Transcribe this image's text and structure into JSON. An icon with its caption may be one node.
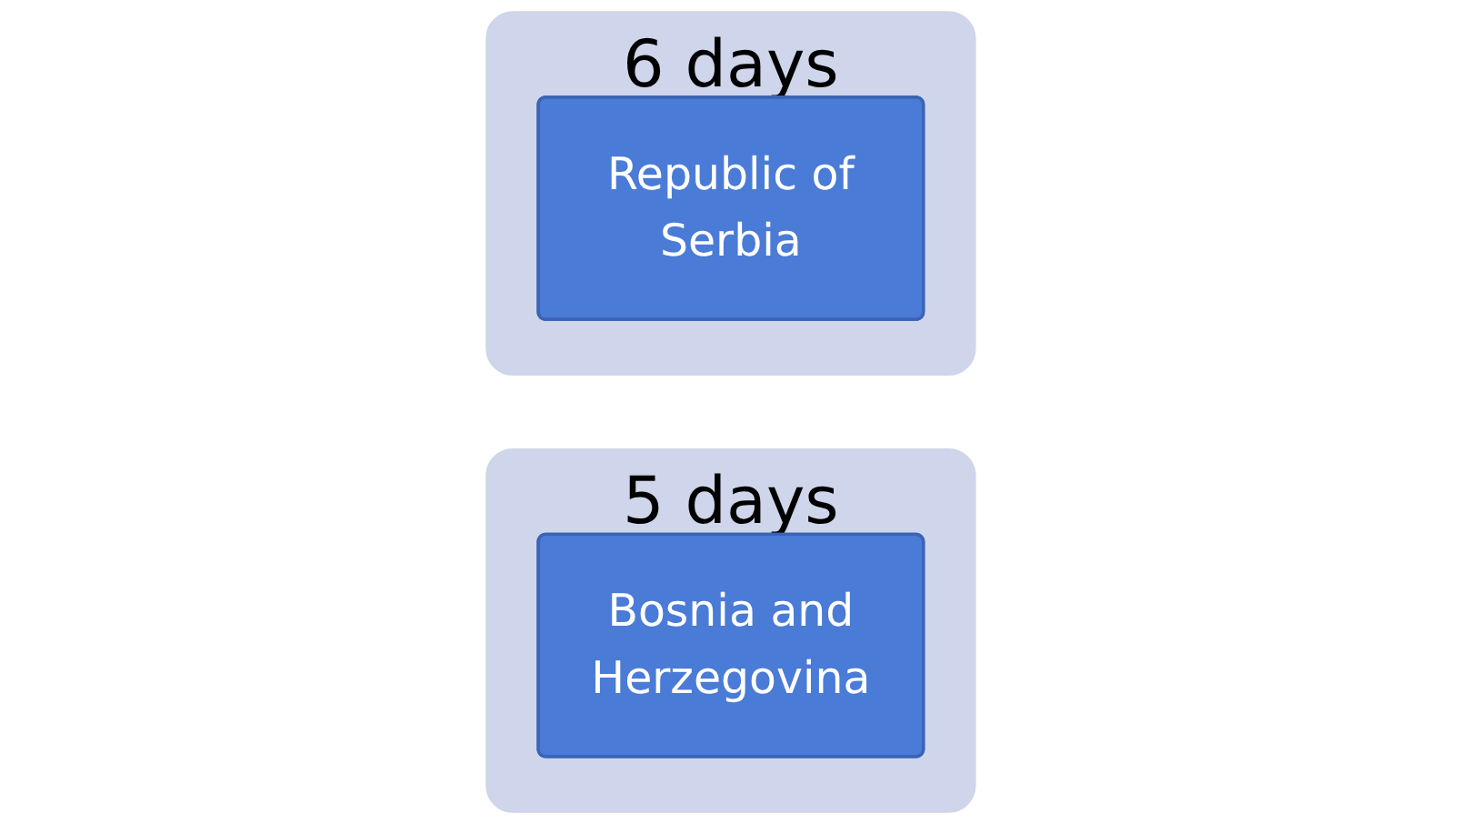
{
  "diagram": {
    "nodes": [
      {
        "text": [
          "5 days"
        ]
      },
      {
        "text": [
          "Bosnia and Herzegovina"
        ],
        "in": 0
      },
      {
        "text": [
          "6 days"
        ]
      },
      {
        "text": [
          "Republic of Serbia"
        ],
        "in": 2
      }
    ]
  }
}
